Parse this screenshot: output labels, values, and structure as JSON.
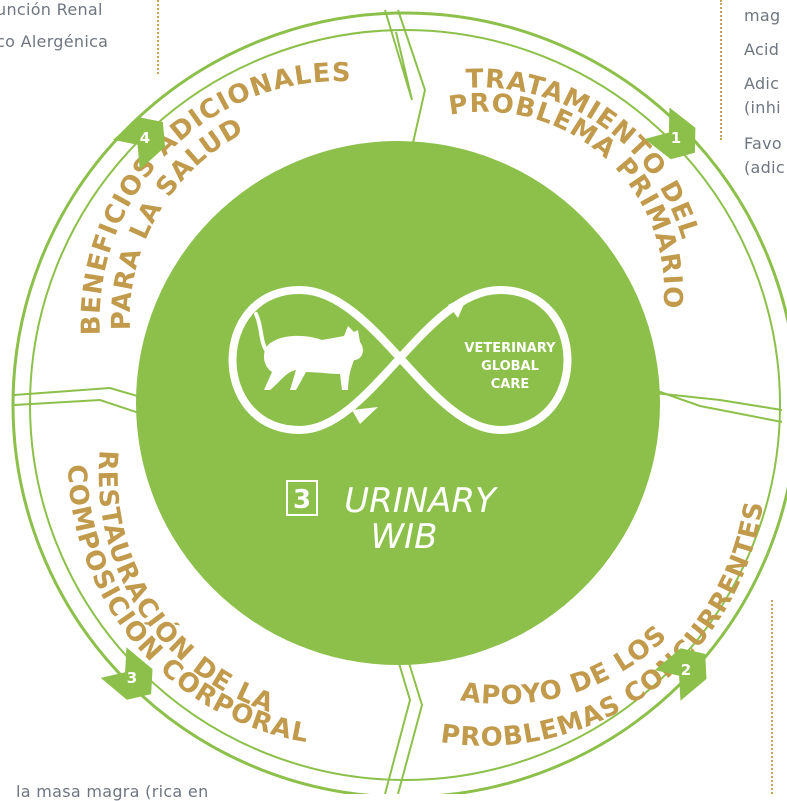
{
  "colors": {
    "green": "#8cc04a",
    "gold": "#c19a4c",
    "grey_text": "#6f7680",
    "white": "#ffffff"
  },
  "side_text": {
    "left": [
      "unción Renal",
      "co Alergénica"
    ],
    "right": [
      "mag",
      "Acid",
      "Adic",
      "(inhi",
      "Favo",
      "(adic"
    ],
    "bottom": "la masa magra (rica en"
  },
  "segments": [
    {
      "number": "1",
      "line1": "TRATAMIENTO DEL",
      "line2": "PROBLEMA PRIMARIO"
    },
    {
      "number": "2",
      "line1": "APOYO DE LOS",
      "line2": "PROBLEMAS CONCURRENTES"
    },
    {
      "number": "3",
      "line1": "RESTAURACIÓN DE LA",
      "line2": "COMPOSICIÓN CORPORAL"
    },
    {
      "number": "4",
      "line1": "BENEFICIOS ADICIONALES",
      "line2": "PARA LA SALUD"
    }
  ],
  "center": {
    "care_line1": "VETERINARY",
    "care_line2": "GLOBAL",
    "care_line3": "CARE",
    "icon": "cat-silhouette-icon",
    "product_number": "3",
    "product_line1": "URINARY",
    "product_line2": "WIB"
  }
}
